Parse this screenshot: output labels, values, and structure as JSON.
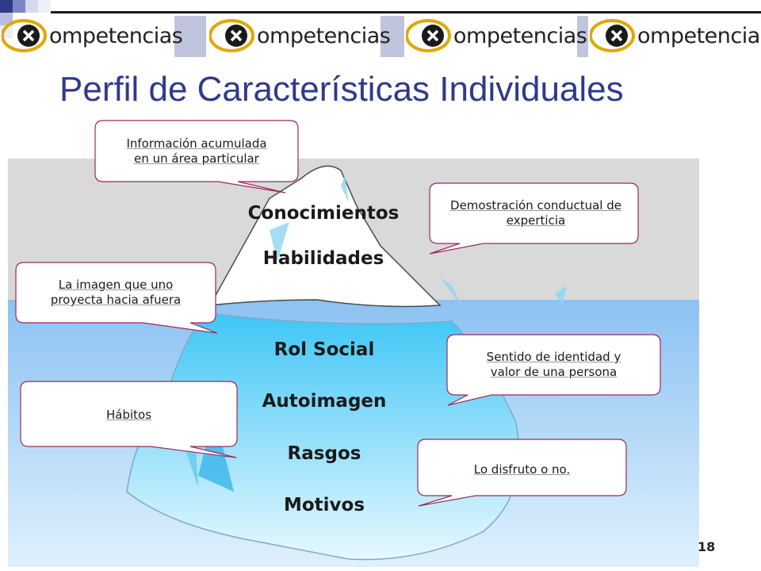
{
  "header": {
    "brand_word": "ompetencias",
    "title": "Perfil de Características Individuales"
  },
  "iceberg": {
    "above": [
      "Conocimientos",
      "Habilidades"
    ],
    "below": [
      "Rol Social",
      "Autoimagen",
      "Rasgos",
      "Motivos"
    ]
  },
  "callouts": {
    "conocimientos": [
      "Información acumulada",
      "en un área particular"
    ],
    "habilidades": [
      "Demostración conductual de",
      "experticia"
    ],
    "rol_social": [
      "La imagen que uno",
      "proyecta hacia afuera"
    ],
    "autoimagen": [
      "Sentido de identidad y",
      "valor de una persona"
    ],
    "rasgos": [
      "Hábitos"
    ],
    "motivos": [
      "Lo disfruto o no."
    ]
  },
  "footer": {
    "page_number": "18"
  },
  "colors": {
    "title": "#2f3a8a",
    "water": "#9ccaf3",
    "sky": "#d9d9d9",
    "callout_border": "#9c2a5a",
    "corner_blue": "#2f3a8a"
  }
}
